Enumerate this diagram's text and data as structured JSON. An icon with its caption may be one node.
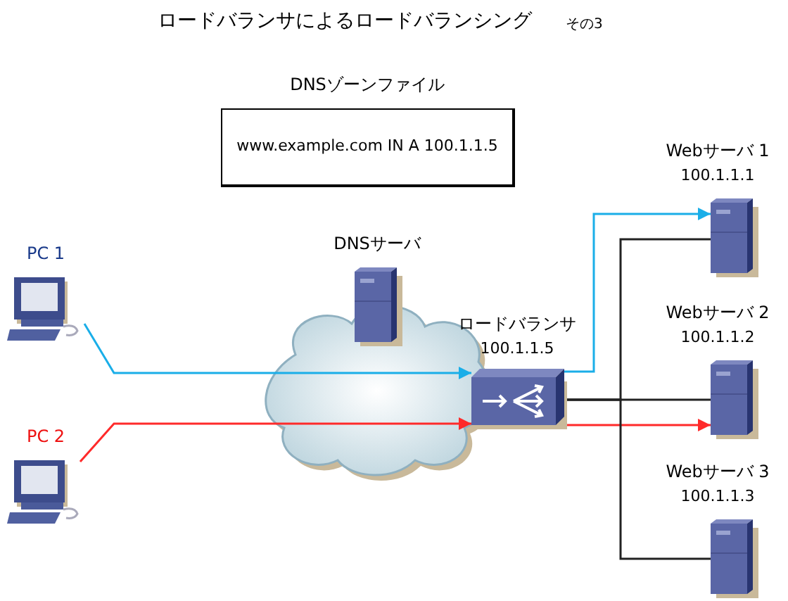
{
  "diagram": {
    "title": "ロードバランサによるロードバランシング",
    "nodes": [
      {
        "text": [
          "DNSゾーンファイル",
          "www.example.com IN A 100.1.1.5"
        ]
      },
      {
        "text": [
          "PC 1"
        ]
      },
      {
        "text": [
          "PC 2"
        ]
      },
      {
        "text": [
          "DNSサーバ"
        ]
      },
      {
        "text": [
          "ロードバランサ",
          "100.1.1.5"
        ]
      },
      {
        "text": [
          "Webサーバ 1",
          "100.1.1.1"
        ]
      },
      {
        "text": [
          "Webサーバ 2",
          "100.1.1.2"
        ]
      },
      {
        "text": [
          "Webサーバ 3",
          "100.1.1.3"
        ]
      }
    ],
    "edges": [
      {
        "from": 1,
        "to": 4,
        "arrow": "to",
        "color": "#1aaee8"
      },
      {
        "from": 2,
        "to": 4,
        "arrow": "to",
        "color": "#ff2a2a"
      },
      {
        "from": 4,
        "to": 5,
        "arrow": "to",
        "color": "#1aaee8"
      },
      {
        "from": 4,
        "to": 6,
        "arrow": "to",
        "color": "#ff2a2a"
      },
      {
        "from": 4,
        "to": 5,
        "arrow": "none"
      },
      {
        "from": 4,
        "to": 6,
        "arrow": "none"
      },
      {
        "from": 4,
        "to": 7,
        "arrow": "none"
      }
    ],
    "labels": [
      "その3"
    ]
  }
}
